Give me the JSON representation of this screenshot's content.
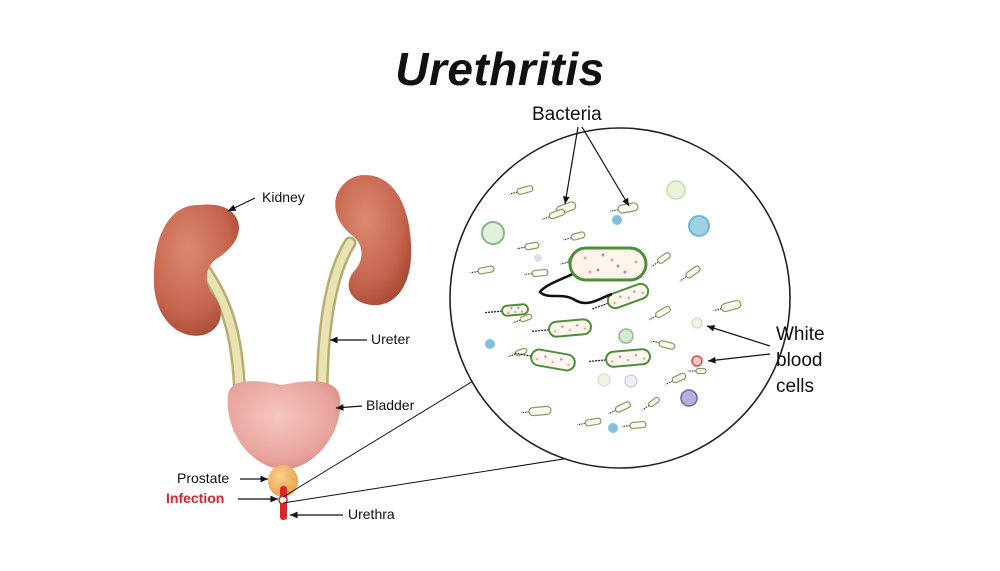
{
  "title": "Urethritis",
  "labels": {
    "kidney": "Kidney",
    "ureter": "Ureter",
    "bladder": "Bladder",
    "prostate": "Prostate",
    "infection": "Infection",
    "urethra": "Urethra",
    "bacteria": "Bacteria",
    "wbc_line1": "White",
    "wbc_line2": "blood",
    "wbc_line3": "cells"
  },
  "colors": {
    "kidney": "#c8674f",
    "ureter": "#dcd5a0",
    "bladder": "#eaa7a0",
    "prostate": "#f3b45f",
    "urethra_infection": "#d9262b",
    "bacteria_outline": "#4f8d3e",
    "bacteria_fill": "#fdf7ec",
    "wbc_blue": "#6fb6d8",
    "wbc_red": "#d94b4b",
    "wbc_purple": "#6d5fb0"
  }
}
